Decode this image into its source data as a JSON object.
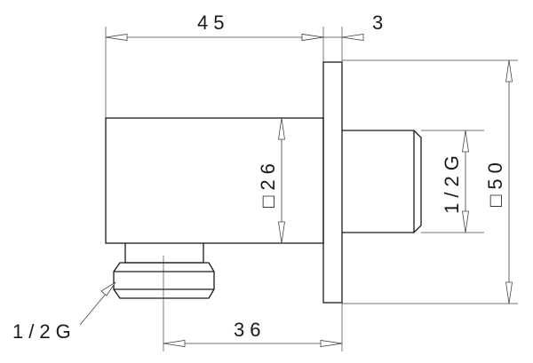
{
  "dimensions": {
    "width_45": "45",
    "flange_3": "3",
    "square_26": "□26",
    "square_50": "□50",
    "thread_right": "1/2G",
    "thread_bottom": "1/2G",
    "length_36": "36"
  }
}
